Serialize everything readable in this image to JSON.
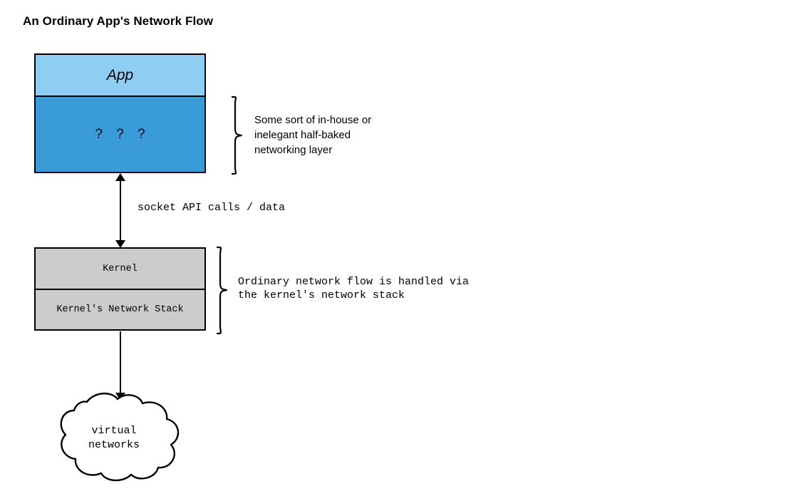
{
  "page": {
    "title": "An Ordinary App's Network Flow",
    "background_color": "#ffffff"
  },
  "colors": {
    "app_box": "#8fcef3",
    "unknown_layer_box": "#3a9bd9",
    "kernel_box": "#cccccc",
    "stroke": "#000000"
  },
  "diagram": {
    "type": "flow-diagram",
    "nodes": [
      {
        "id": "app",
        "label": "App",
        "fill": "#8fcef3",
        "style": "italic"
      },
      {
        "id": "unknown-layer",
        "label": "?  ?  ?",
        "fill": "#3a9bd9",
        "style": "normal"
      },
      {
        "id": "kernel",
        "label": "Kernel",
        "fill": "#cccccc",
        "style": "monospace"
      },
      {
        "id": "kernel-network-stack",
        "label": "Kernel's Network Stack",
        "fill": "#cccccc",
        "style": "monospace"
      },
      {
        "id": "virtual-networks-cloud",
        "label": "virtual\nnetworks",
        "fill": "#ffffff",
        "style": "monospace"
      }
    ],
    "edges": [
      {
        "id": "app-to-kernel",
        "from": "unknown-layer",
        "to": "kernel",
        "label": "socket API calls / data",
        "arrowheads": "both"
      },
      {
        "id": "kernel-to-cloud",
        "from": "kernel-network-stack",
        "to": "virtual-networks-cloud",
        "label": "",
        "arrowheads": "end"
      }
    ],
    "annotations": [
      {
        "id": "annotation-app",
        "target": "unknown-layer",
        "text": "Some sort of in-house or\ninelegant half-baked\nnetworking layer",
        "brace": "right-curly"
      },
      {
        "id": "annotation-kernel",
        "target": "kernel",
        "text": "Ordinary network flow is handled via\nthe kernel's network stack",
        "brace": "right-curly"
      }
    ]
  }
}
